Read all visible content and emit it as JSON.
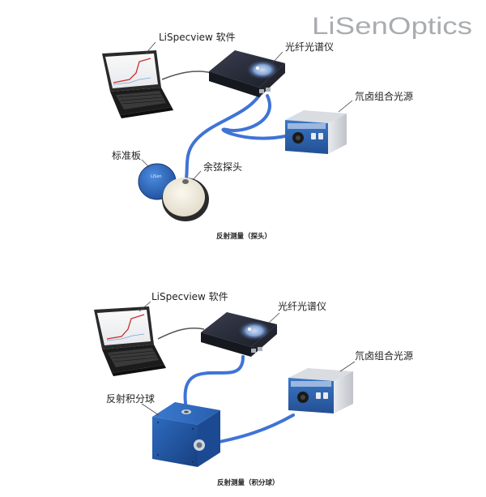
{
  "brand": {
    "logo_text": "LiSenOptics"
  },
  "colors": {
    "fiber": "#3f74d6",
    "device_dark": "#2b2f3a",
    "source_face": "#2e67b5",
    "sphere": "#1f5aa8"
  },
  "top_diagram": {
    "software_label": "LiSpecview 软件",
    "spectrometer_label": "光纤光谱仪",
    "light_source_label": "氘卤组合光源",
    "standard_label": "标准板",
    "probe_label": "余弦探头",
    "caption": "反射测量（探头）"
  },
  "bottom_diagram": {
    "software_label": "LiSpecview 软件",
    "spectrometer_label": "光纤光谱仪",
    "light_source_label": "氘卤组合光源",
    "sphere_label": "反射积分球",
    "caption": "反射测量（积分球）"
  }
}
